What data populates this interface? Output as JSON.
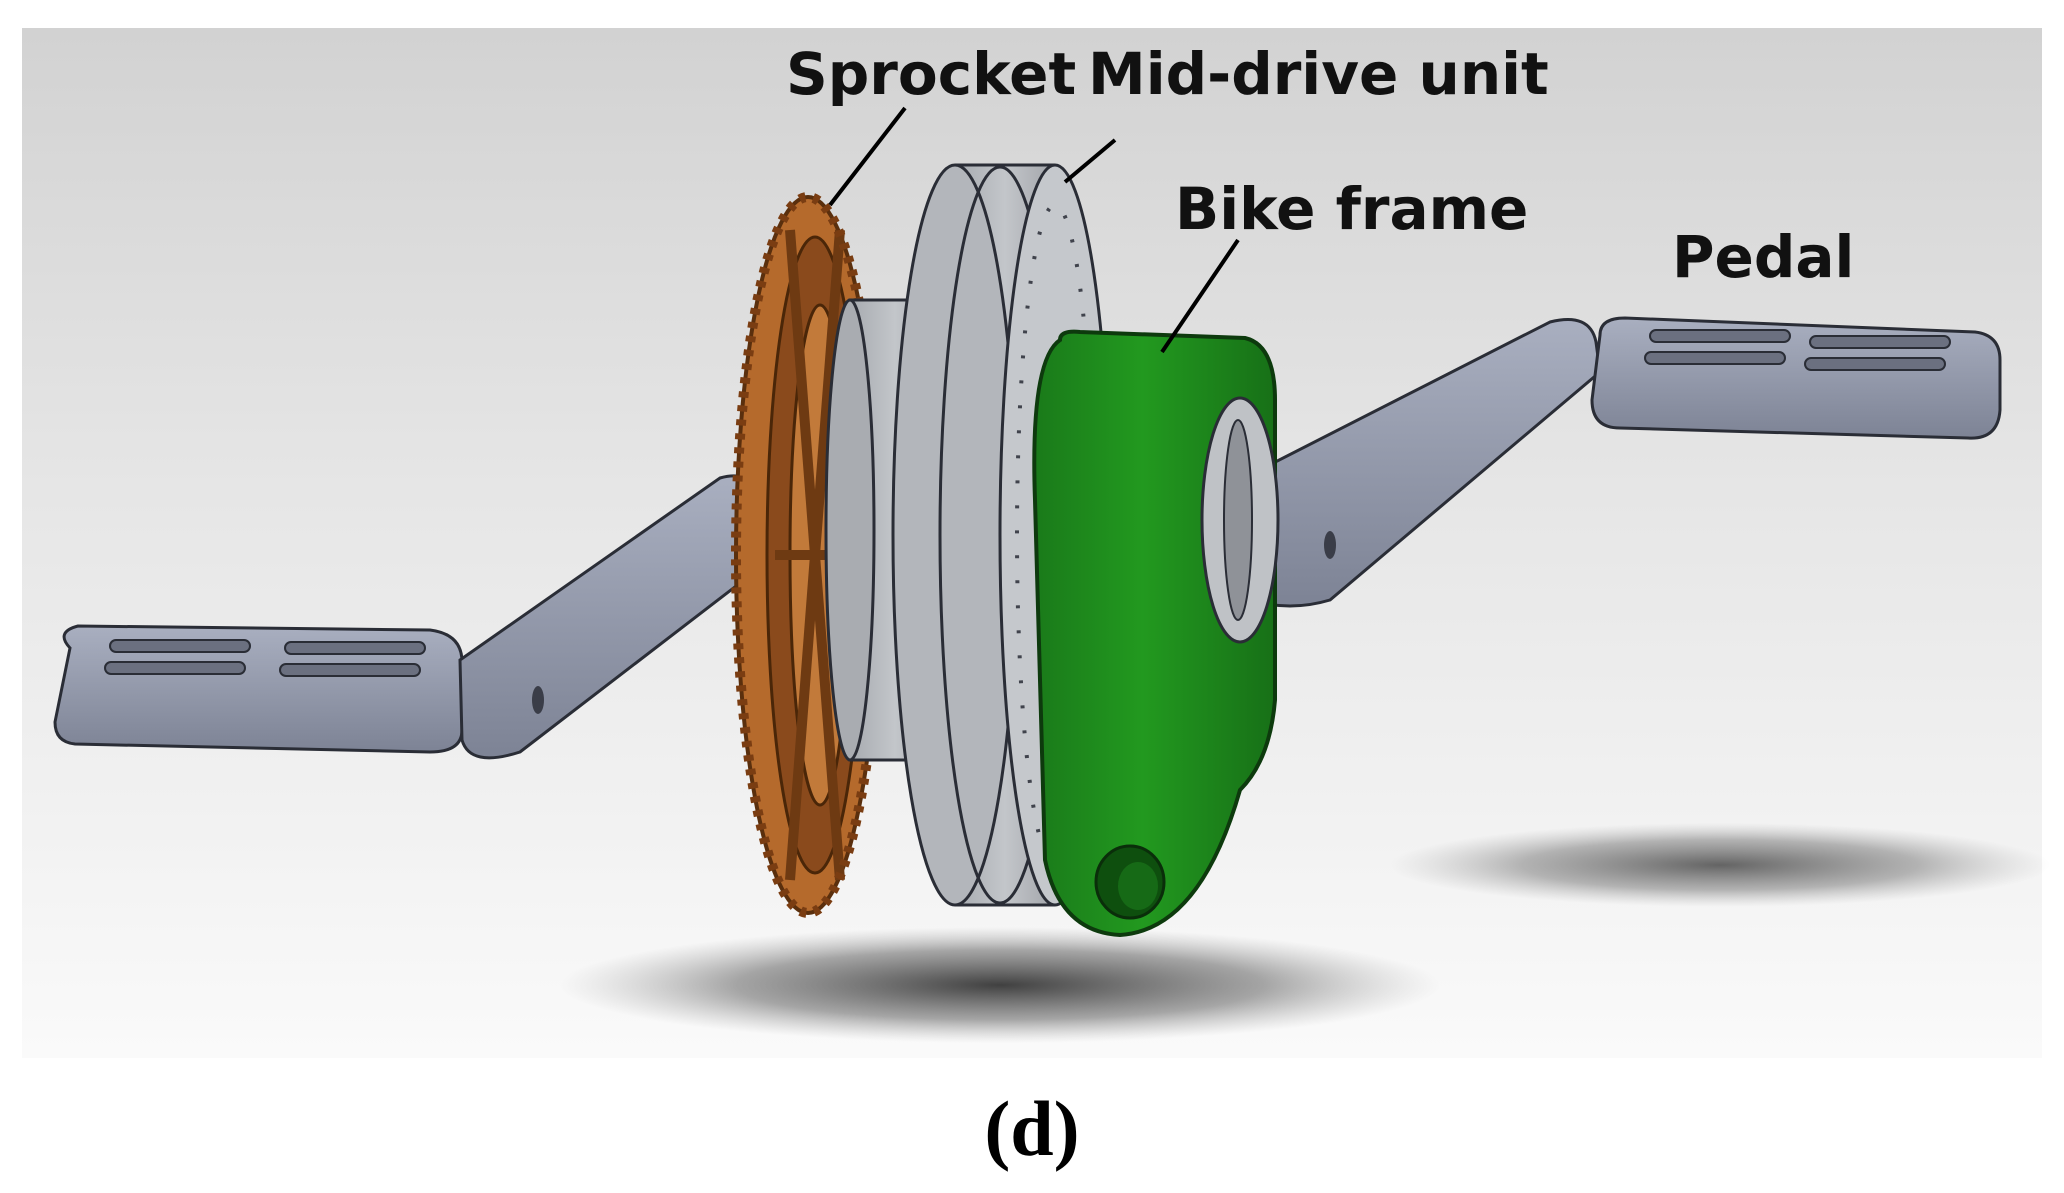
{
  "labels": {
    "sprocket": "Sprocket",
    "mid_drive_unit": "Mid-drive unit",
    "bike_frame": "Bike frame",
    "pedal": "Pedal"
  },
  "caption": "(d)",
  "colors": {
    "background_top": "#d6d6d6",
    "background_bottom": "#ffffff",
    "metal_gray": "#9aa0b0",
    "disc_gray": "#b9bcc0",
    "frame_green": "#1f8a1f",
    "sprocket_bronze": "#b06a30",
    "shadow": "#3a3a3a"
  }
}
